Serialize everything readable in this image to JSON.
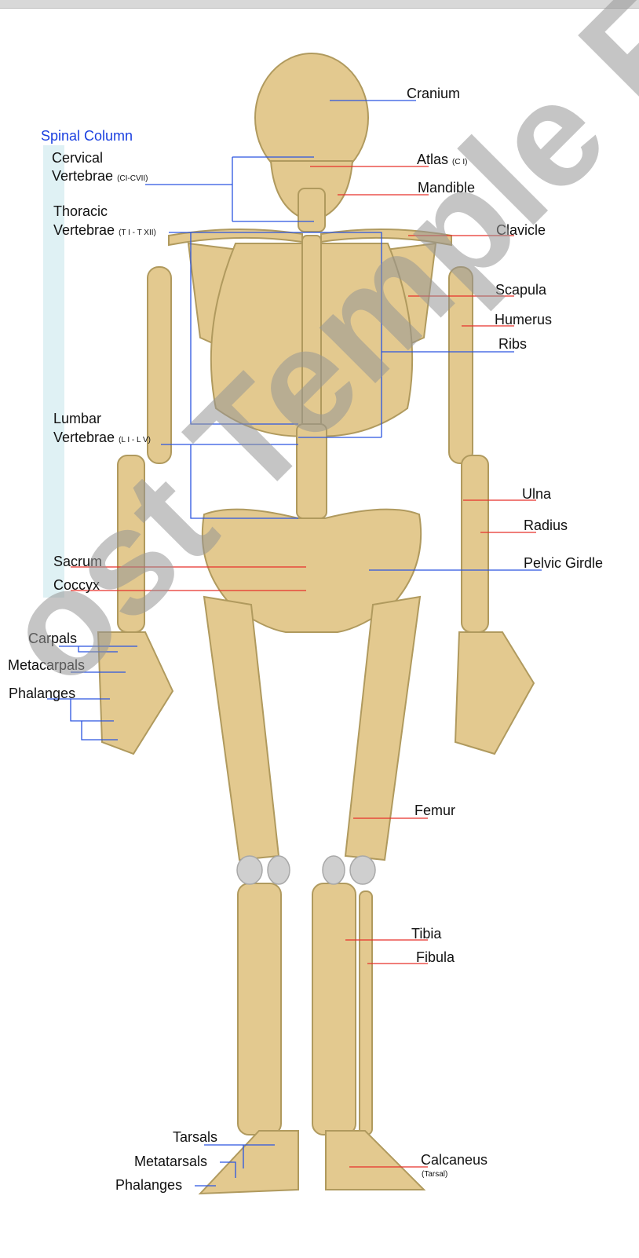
{
  "labels": {
    "spinal_column": "Spinal Column",
    "cervical_1": "Cervical",
    "cervical_2": "Vertebrae",
    "cervical_sub": "(CI-CVII)",
    "thoracic_1": "Thoracic",
    "thoracic_2": "Vertebrae",
    "thoracic_sub": "(T I - T XII)",
    "lumbar_1": "Lumbar",
    "lumbar_2": "Vertebrae",
    "lumbar_sub": "(L I - L V)",
    "sacrum": "Sacrum",
    "coccyx": "Coccyx",
    "carpals": "Carpals",
    "metacarpals": "Metacarpals",
    "phalanges_hand": "Phalanges",
    "cranium": "Cranium",
    "atlas": "Atlas",
    "atlas_sub": "(C I)",
    "mandible": "Mandible",
    "clavicle": "Clavicle",
    "scapula": "Scapula",
    "humerus": "Humerus",
    "ribs": "Ribs",
    "ulna": "Ulna",
    "radius": "Radius",
    "pelvic_girdle": "Pelvic Girdle",
    "femur": "Femur",
    "tibia": "Tibia",
    "fibula": "Fibula",
    "tarsals": "Tarsals",
    "metatarsals": "Metatarsals",
    "phalanges_foot": "Phalanges",
    "calcaneus": "Calcaneus",
    "calcaneus_sub": "(Tarsal)"
  },
  "watermark": "ost Temple Fitne",
  "colors": {
    "bone": "#e3c98f",
    "bone_outline": "#b09a5e",
    "cartilage": "#cfcfcf",
    "leader_red": "#e8302a",
    "leader_blue": "#2b55e0",
    "spine_band": "#dff1f4",
    "spinal_heading": "#1a3fe0"
  }
}
